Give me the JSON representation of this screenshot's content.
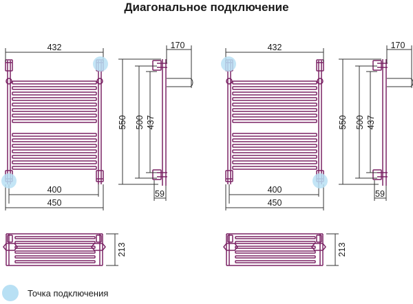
{
  "title": "Диагональное подключение",
  "legend": {
    "label": "Точка подключения"
  },
  "colors": {
    "pipe": "#7a2264",
    "line": "#333333",
    "connection": "#b8e0f4"
  },
  "dims": {
    "top_width": "432",
    "side_depth": "170",
    "height_550": "550",
    "height_500": "500",
    "height_437": "437",
    "center_400": "400",
    "overall_450": "450",
    "offset_59": "59",
    "depth_213": "213"
  }
}
